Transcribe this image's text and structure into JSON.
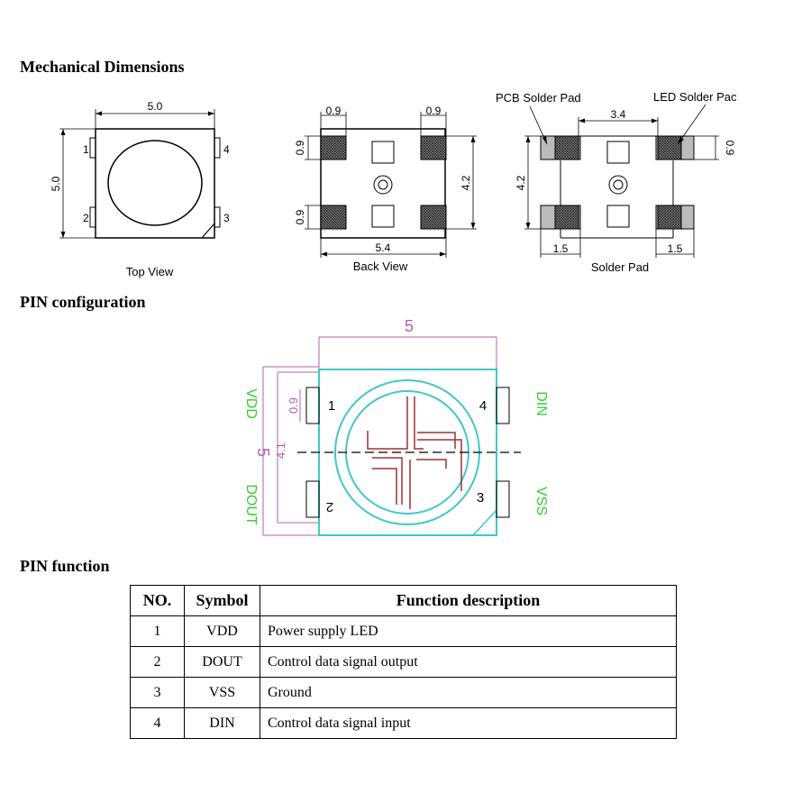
{
  "sections": {
    "mechanical": "Mechanical  Dimensions",
    "pin_config": "PIN  configuration",
    "pin_function": "PIN function"
  },
  "top_view": {
    "caption": "Top View",
    "dim_width": "5.0",
    "dim_height": "5.0",
    "pins": [
      "1",
      "2",
      "3",
      "4"
    ]
  },
  "back_view": {
    "caption": "Back View",
    "dim_pad_left": "0.9",
    "dim_pad_right": "0.9",
    "dim_pad_top": "0.9",
    "dim_pad_bottom": "0.9",
    "dim_height": "4.2",
    "dim_width": "5.4"
  },
  "solder_pad": {
    "caption": "Solder Pad",
    "label_pcb": "PCB Solder Pad",
    "label_led": "LED Solder Pac",
    "dim_span": "3.4",
    "dim_height": "4.2",
    "dim_pad_height": "0.9",
    "dim_left": "1.5",
    "dim_right": "1.5"
  },
  "pin_config_drawing": {
    "dim_top": "5",
    "dim_left": "5",
    "dim_inner": "4.1",
    "dim_pad": "0.9",
    "pin_numbers": [
      "1",
      "2",
      "3",
      "4"
    ],
    "labels": {
      "vdd": "VDD",
      "dout": "DOUT",
      "din": "DIN",
      "vss": "VSS"
    }
  },
  "table": {
    "headers": [
      "NO.",
      "Symbol",
      "Function description"
    ],
    "rows": [
      {
        "no": "1",
        "symbol": "VDD",
        "desc": "Power supply LED"
      },
      {
        "no": "2",
        "symbol": "DOUT",
        "desc": "Control data signal output"
      },
      {
        "no": "3",
        "symbol": "VSS",
        "desc": "Ground"
      },
      {
        "no": "4",
        "symbol": "DIN",
        "desc": "Control data signal input"
      }
    ]
  },
  "colors": {
    "outline_cyan": "#40c8c8",
    "dim_magenta": "#b060b0",
    "label_green": "#33cc33",
    "die_red": "#a03030"
  }
}
